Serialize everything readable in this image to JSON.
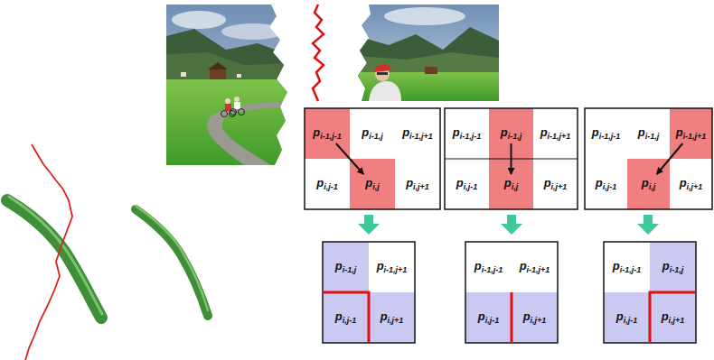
{
  "diagram": {
    "nodes": [
      {
        "text": [
          "pi-1,j-1"
        ]
      },
      {
        "text": [
          "pi-1,j"
        ]
      },
      {
        "text": [
          "pi-1,j+1"
        ]
      },
      {
        "text": [
          "pi,j-1"
        ]
      },
      {
        "text": [
          "pi,j"
        ]
      },
      {
        "text": [
          "pi,j+1"
        ]
      },
      {
        "text": [
          "pi-1,j-1"
        ]
      },
      {
        "text": [
          "pi-1,j"
        ]
      },
      {
        "text": [
          "pi-1,j+1"
        ]
      },
      {
        "text": [
          "pi,j-1"
        ]
      },
      {
        "text": [
          "pi,j"
        ]
      },
      {
        "text": [
          "pi,j+1"
        ]
      },
      {
        "text": [
          "pi-1,j-1"
        ]
      },
      {
        "text": [
          "pi-1,j"
        ]
      },
      {
        "text": [
          "pi-1,j+1"
        ]
      },
      {
        "text": [
          "pi,j-1"
        ]
      },
      {
        "text": [
          "pi,j"
        ]
      },
      {
        "text": [
          "pi,j+1"
        ]
      },
      {
        "text": [
          "pi-1,j"
        ]
      },
      {
        "text": [
          "pi-1,j+1"
        ]
      },
      {
        "text": [
          "pi,j-1"
        ]
      },
      {
        "text": [
          "pi,j+1"
        ]
      },
      {
        "text": [
          "pi-1,j-1"
        ]
      },
      {
        "text": [
          "pi-1,j+1"
        ]
      },
      {
        "text": [
          "pi,j-1"
        ]
      },
      {
        "text": [
          "pi,j+1"
        ]
      },
      {
        "text": [
          "pi-1,j-1"
        ]
      },
      {
        "text": [
          "pi-1,j"
        ]
      },
      {
        "text": [
          "pi,j-1"
        ]
      },
      {
        "text": [
          "pi,j+1"
        ]
      }
    ],
    "edges": [
      {
        "from": 0,
        "to": 4,
        "arrow": "to"
      },
      {
        "from": 7,
        "to": 10,
        "arrow": "to"
      },
      {
        "from": 14,
        "to": 16,
        "arrow": "to"
      }
    ]
  }
}
